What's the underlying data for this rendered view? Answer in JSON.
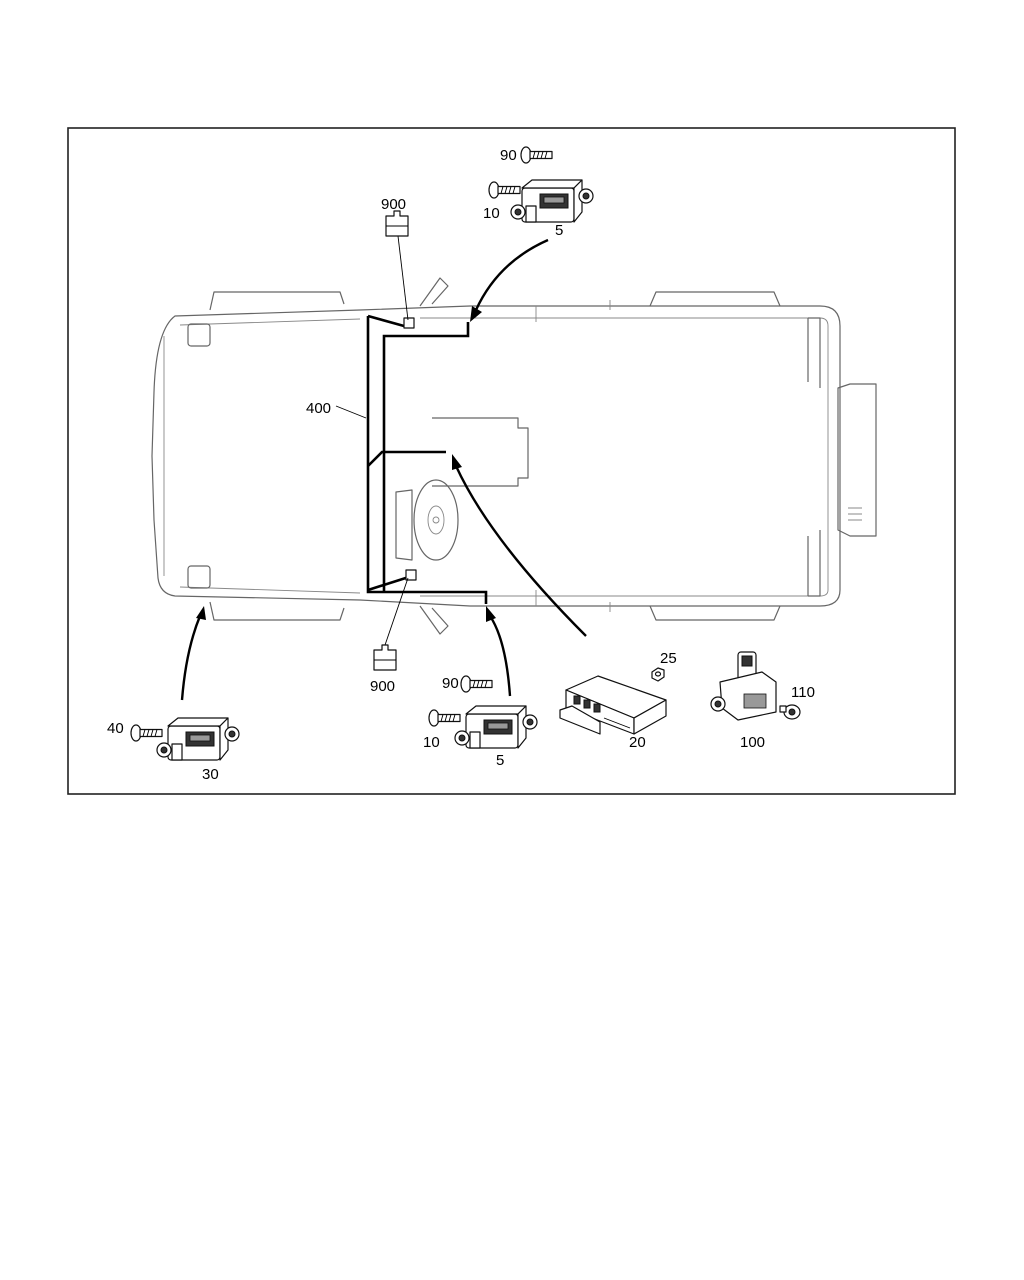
{
  "diagram": {
    "callouts": {
      "c900_top": "900",
      "c90_top": "90",
      "c10_top": "10",
      "c5_top": "5",
      "c400": "400",
      "c900_bottom": "900",
      "c40": "40",
      "c30": "30",
      "c90_bottom": "90",
      "c10_bottom": "10",
      "c5_bottom": "5",
      "c25": "25",
      "c20": "20",
      "c110": "110",
      "c100": "100"
    }
  }
}
